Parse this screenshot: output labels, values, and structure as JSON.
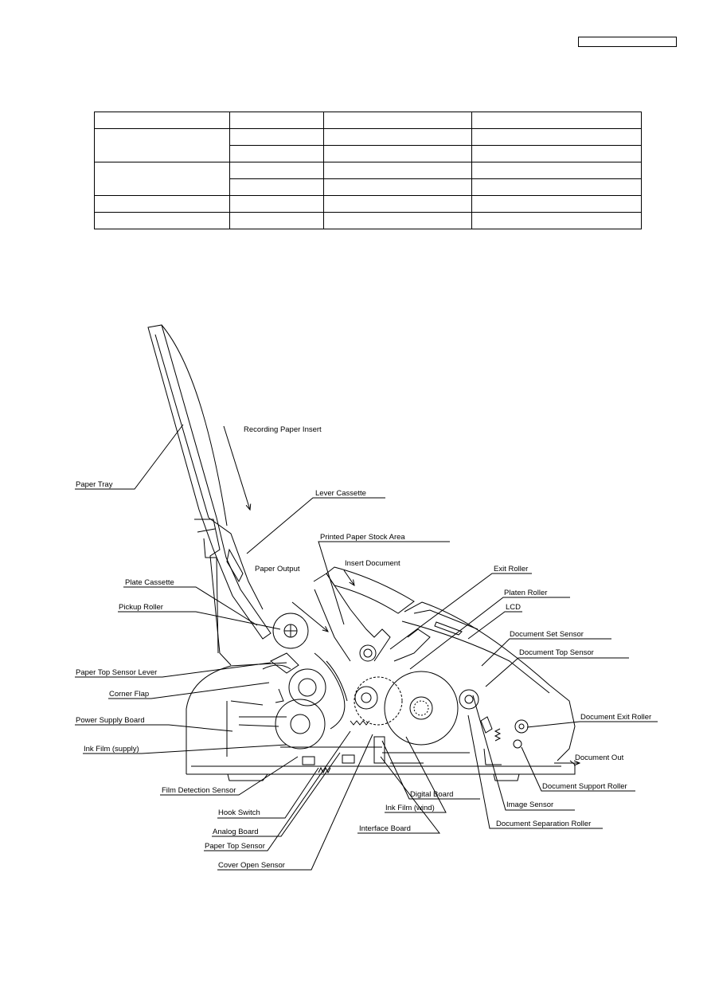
{
  "labels": {
    "recording_paper_insert": "Recording Paper Insert",
    "paper_tray": "Paper Tray",
    "lever_cassette": "Lever Cassette",
    "printed_paper_stock_area": "Printed Paper Stock Area",
    "paper_output": "Paper Output",
    "insert_document": "Insert Document",
    "plate_cassette": "Plate Cassette",
    "exit_roller": "Exit Roller",
    "platen_roller": "Platen Roller",
    "pickup_roller": "Pickup Roller",
    "lcd": "LCD",
    "document_set_sensor": "Document Set Sensor",
    "document_top_sensor": "Document Top Sensor",
    "paper_top_sensor_lever": "Paper Top Sensor Lever",
    "corner_flap": "Corner Flap",
    "power_supply_board": "Power Supply Board",
    "document_exit_roller": "Document Exit Roller",
    "ink_film_supply": "Ink Film (supply)",
    "document_out": "Document Out",
    "film_detection_sensor": "Film Detection Sensor",
    "document_support_roller": "Document Support Roller",
    "digital_board": "Digital Board",
    "hook_switch": "Hook Switch",
    "image_sensor": "Image Sensor",
    "ink_film_wind": "Ink Film (wind)",
    "analog_board": "Analog Board",
    "document_separation_roller": "Document Separation Roller",
    "interface_board": "Interface Board",
    "paper_top_sensor": "Paper Top Sensor",
    "cover_open_sensor": "Cover Open Sensor"
  }
}
